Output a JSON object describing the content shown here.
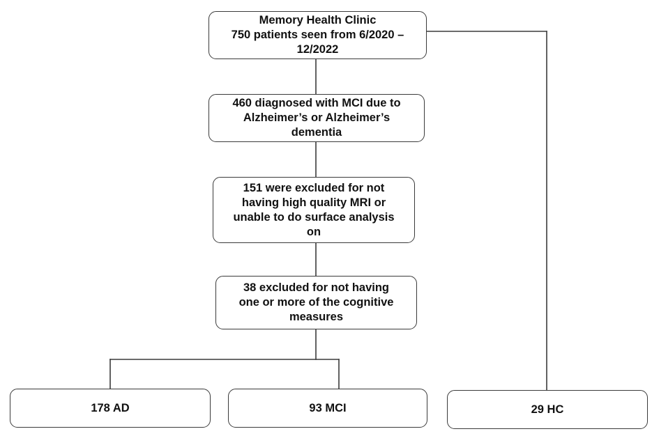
{
  "diagram": {
    "nodes": [
      {
        "id": "clinic",
        "text": "Memory Health Clinic\n750 patients seen from 6/2020 –\n12/2022"
      },
      {
        "id": "diagnosed",
        "text": "460 diagnosed with MCI due to\nAlzheimer’s or Alzheimer’s\ndementia"
      },
      {
        "id": "mri_excluded",
        "text": "151 were excluded for not\nhaving high quality MRI or\nunable to do surface analysis\non"
      },
      {
        "id": "cognitive_excluded",
        "text": "38 excluded for not having\none or more of the cognitive\nmeasures"
      },
      {
        "id": "ad",
        "text": "178 AD"
      },
      {
        "id": "mci",
        "text": "93 MCI"
      },
      {
        "id": "hc",
        "text": "29 HC"
      }
    ],
    "edges": [
      {
        "from": "clinic",
        "to": "diagnosed"
      },
      {
        "from": "diagnosed",
        "to": "mri_excluded"
      },
      {
        "from": "mri_excluded",
        "to": "cognitive_excluded"
      },
      {
        "from": "cognitive_excluded",
        "to": "ad"
      },
      {
        "from": "cognitive_excluded",
        "to": "mci"
      },
      {
        "from": "clinic",
        "to": "hc"
      }
    ],
    "colors": {
      "line": "#3a3a3a",
      "border": "#3a3a3a",
      "text": "#111111",
      "background": "#ffffff"
    }
  }
}
